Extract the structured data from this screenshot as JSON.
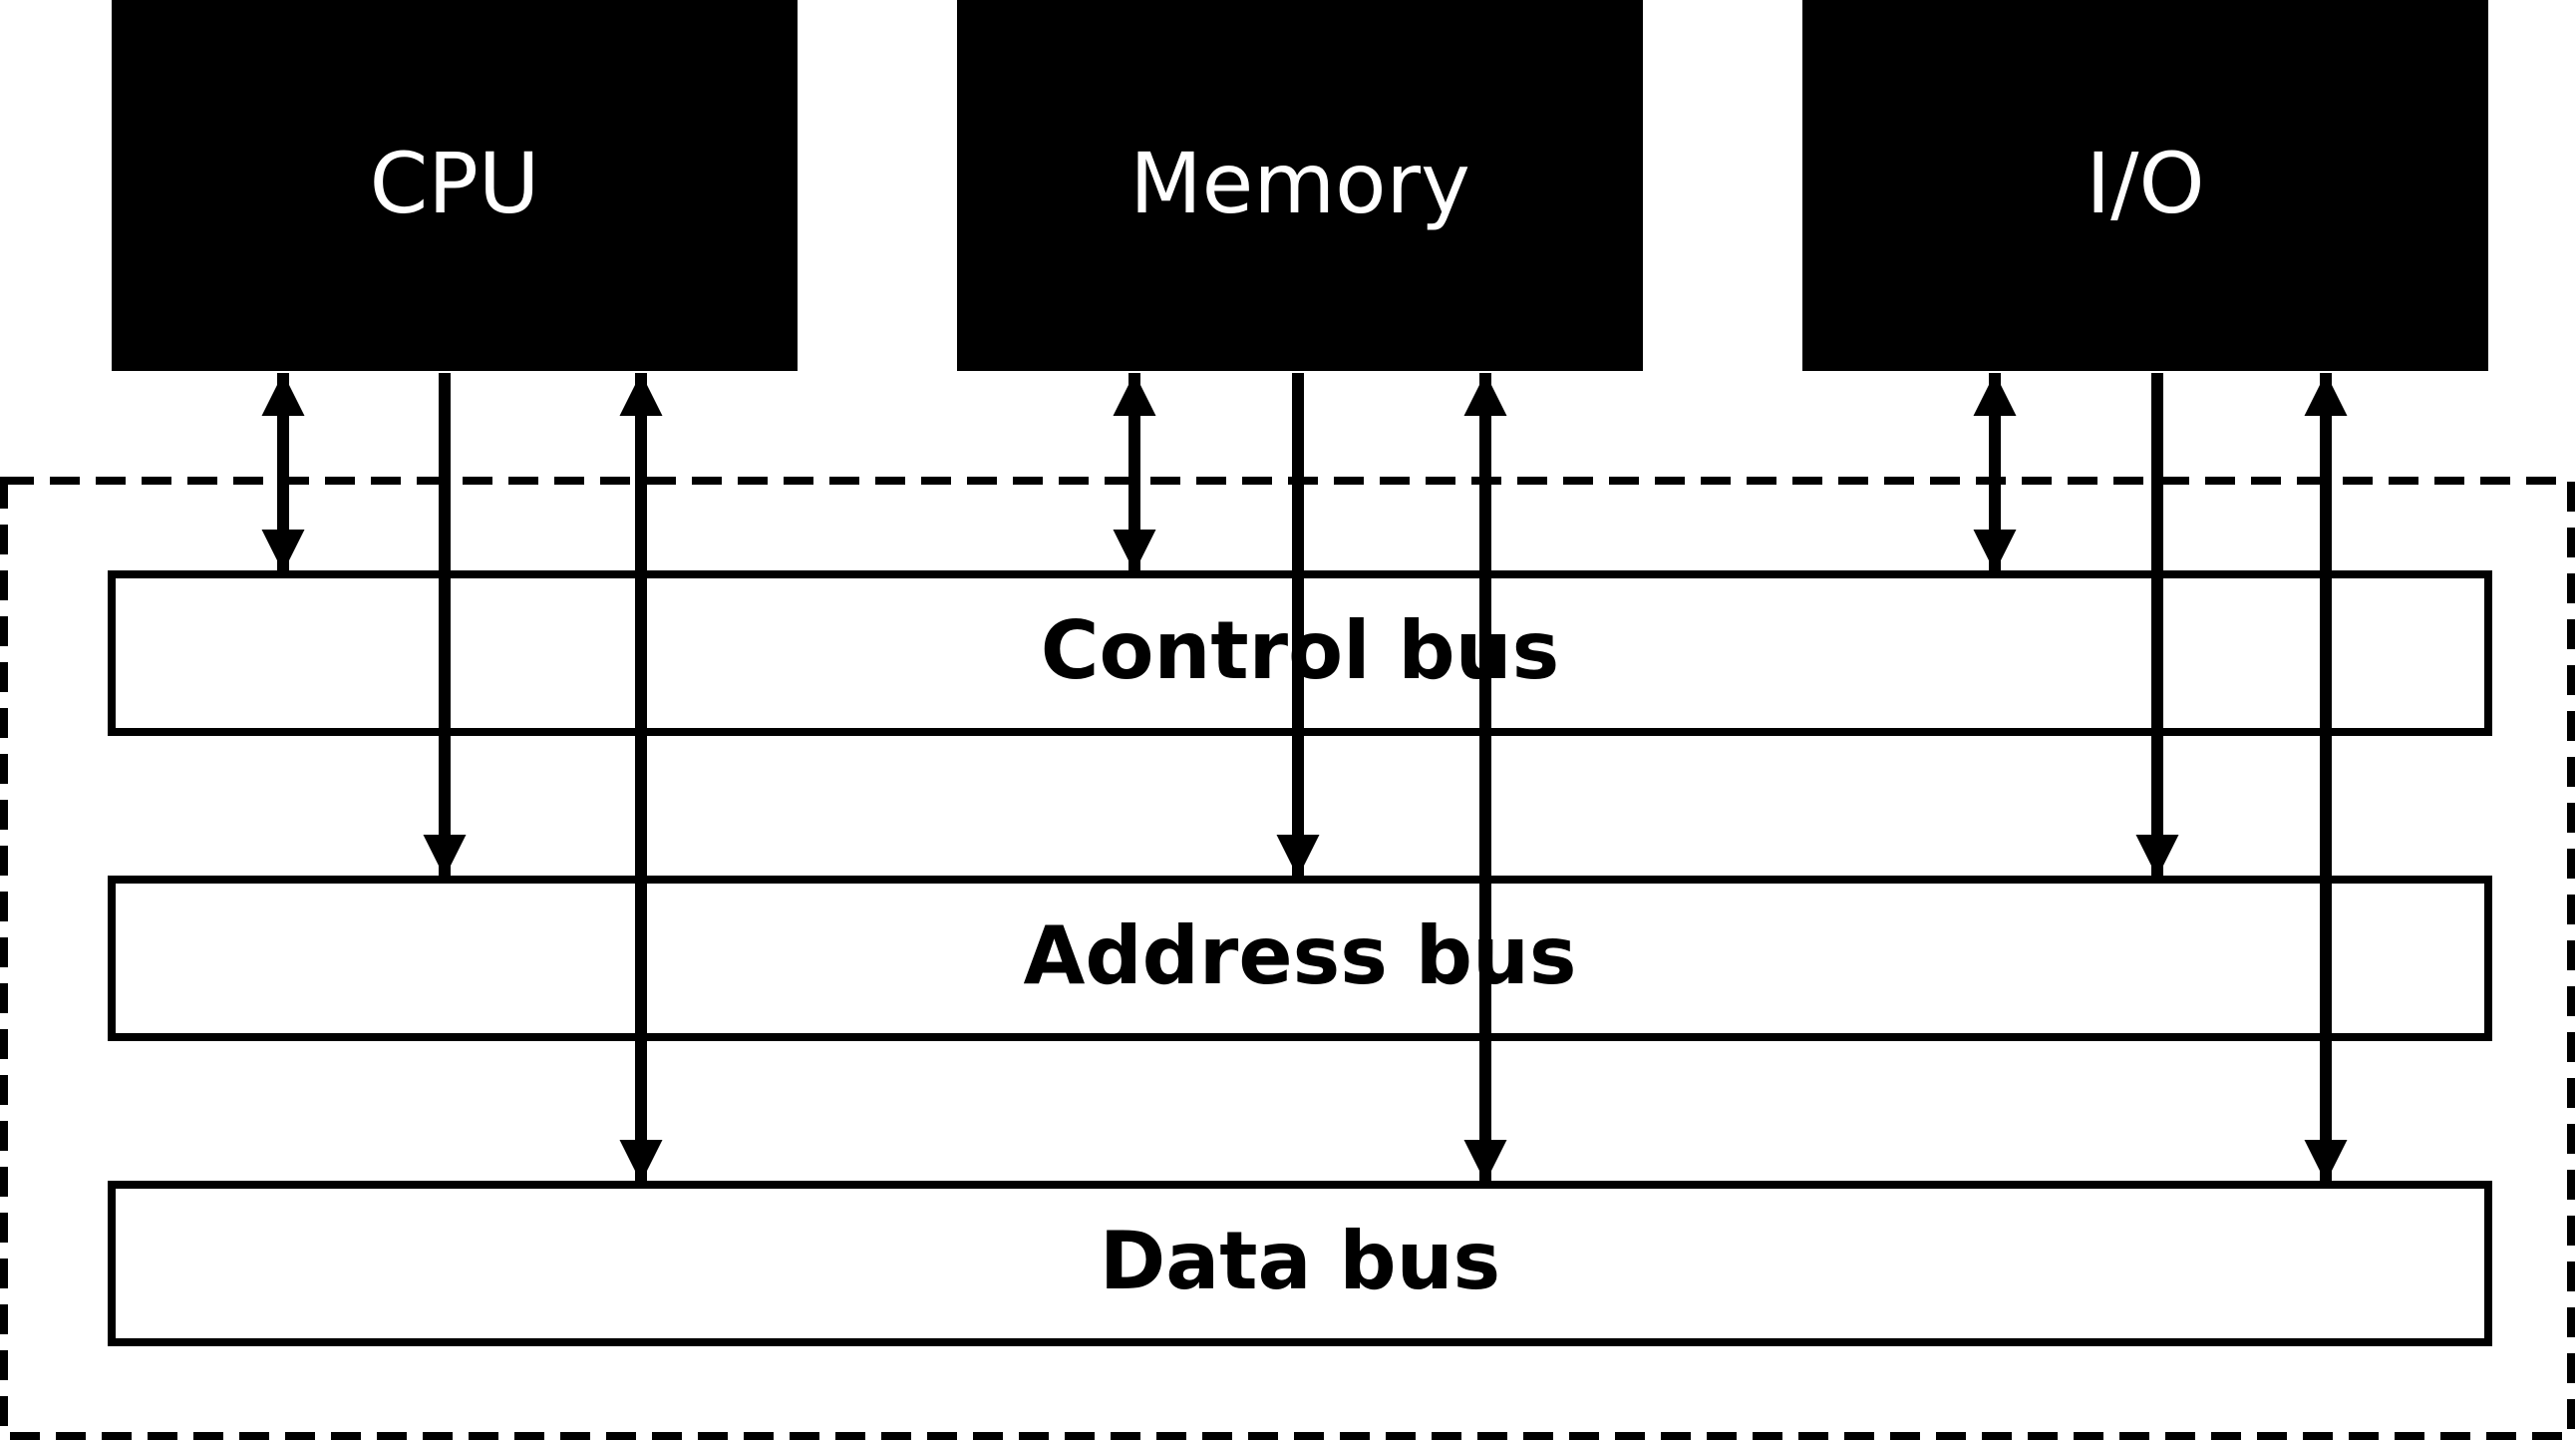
{
  "units": [
    {
      "id": "cpu",
      "label": "CPU"
    },
    {
      "id": "memory",
      "label": "Memory"
    },
    {
      "id": "io",
      "label": "I/O"
    }
  ],
  "buses": [
    {
      "id": "control",
      "label": "Control bus"
    },
    {
      "id": "address",
      "label": "Address bus"
    },
    {
      "id": "data",
      "label": "Data bus"
    }
  ],
  "connections": [
    {
      "unit": "cpu",
      "bus": "control",
      "direction": "bidirectional"
    },
    {
      "unit": "cpu",
      "bus": "address",
      "direction": "unit-to-bus"
    },
    {
      "unit": "cpu",
      "bus": "data",
      "direction": "bidirectional"
    },
    {
      "unit": "memory",
      "bus": "control",
      "direction": "bidirectional"
    },
    {
      "unit": "memory",
      "bus": "address",
      "direction": "unit-to-bus"
    },
    {
      "unit": "memory",
      "bus": "data",
      "direction": "bidirectional"
    },
    {
      "unit": "io",
      "bus": "control",
      "direction": "bidirectional"
    },
    {
      "unit": "io",
      "bus": "address",
      "direction": "unit-to-bus"
    },
    {
      "unit": "io",
      "bus": "data",
      "direction": "bidirectional"
    }
  ],
  "colors": {
    "unit_fill": "#000000",
    "unit_text": "#ffffff",
    "line": "#000000",
    "background": "#ffffff"
  }
}
